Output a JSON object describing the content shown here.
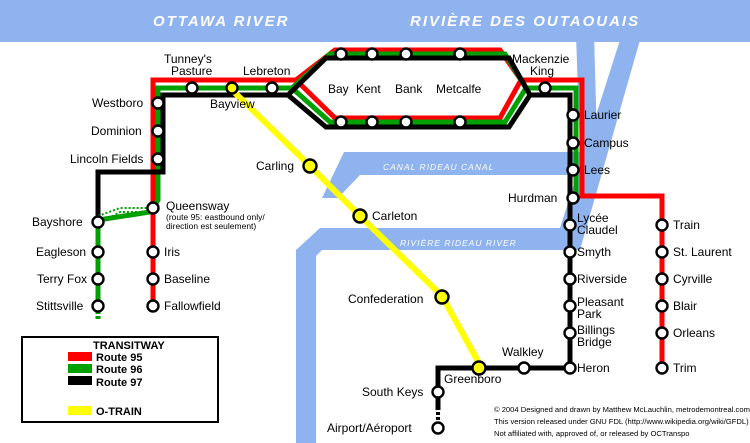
{
  "rivers": {
    "ottawa_en": "OTTAWA RIVER",
    "ottawa_fr": "RIVIÈRE DES OUTAOUAIS",
    "canal": "CANAL   RIDEAU   CANAL",
    "rideau": "RIVIÈRE   RIDEAU   RIVER"
  },
  "stations": {
    "tunneys": [
      "Tunney's",
      "Pasture"
    ],
    "lebreton": "Lebreton",
    "bay": "Bay",
    "kent": "Kent",
    "bank": "Bank",
    "metcalfe": "Metcalfe",
    "mackenzie": [
      "Mackenzie",
      "King"
    ],
    "bayview": "Bayview",
    "westboro": "Westboro",
    "dominion": "Dominion",
    "lincoln": "Lincoln Fields",
    "laurier": "Laurier",
    "campus": "Campus",
    "lees": "Lees",
    "carling": "Carling",
    "carleton": "Carleton",
    "queensway": "Queensway",
    "queensway_note": [
      "(route 95: eastbound only/",
      "direction est seulement)"
    ],
    "hurdman": "Hurdman",
    "bayshore": "Bayshore",
    "lycee": [
      "Lycée",
      "Claudel"
    ],
    "train": "Train",
    "eagleson": "Eagleson",
    "iris": "Iris",
    "smyth": "Smyth",
    "st_laurent": "St. Laurent",
    "terry_fox": "Terry Fox",
    "baseline": "Baseline",
    "riverside": "Riverside",
    "cyrville": "Cyrville",
    "stittsville": "Stittsville",
    "fallowfield": "Fallowfield",
    "confederation": "Confederation",
    "pleasant_park": [
      "Pleasant",
      "Park"
    ],
    "blair": "Blair",
    "billings": [
      "Billings",
      "Bridge"
    ],
    "orleans": "Orleans",
    "walkley": "Walkley",
    "heron": "Heron",
    "trim": "Trim",
    "greenboro": "Greenboro",
    "south_keys": "South Keys",
    "airport": "Airport/Aéroport"
  },
  "legend": {
    "title": "TRANSITWAY",
    "routes": [
      {
        "label": "Route 95",
        "color": "#ff0000"
      },
      {
        "label": "Route 96",
        "color": "#00a000"
      },
      {
        "label": "Route 97",
        "color": "#000000"
      },
      {
        "label": "O-TRAIN",
        "color": "#ffff00"
      }
    ]
  },
  "credits": [
    "© 2004 Designed and drawn by Matthew McLauchlin, metrodemontreal.com",
    "This version released under GNU FDL (http://www.wikipedia.org/wiki/GFDL)",
    "Not affiliated with, approved of, or released by OCTranspo"
  ],
  "colors": {
    "water": "#8fb3ee",
    "route95": "#ff0000",
    "route96": "#00a000",
    "route97": "#000000",
    "otrain": "#ffff00"
  }
}
